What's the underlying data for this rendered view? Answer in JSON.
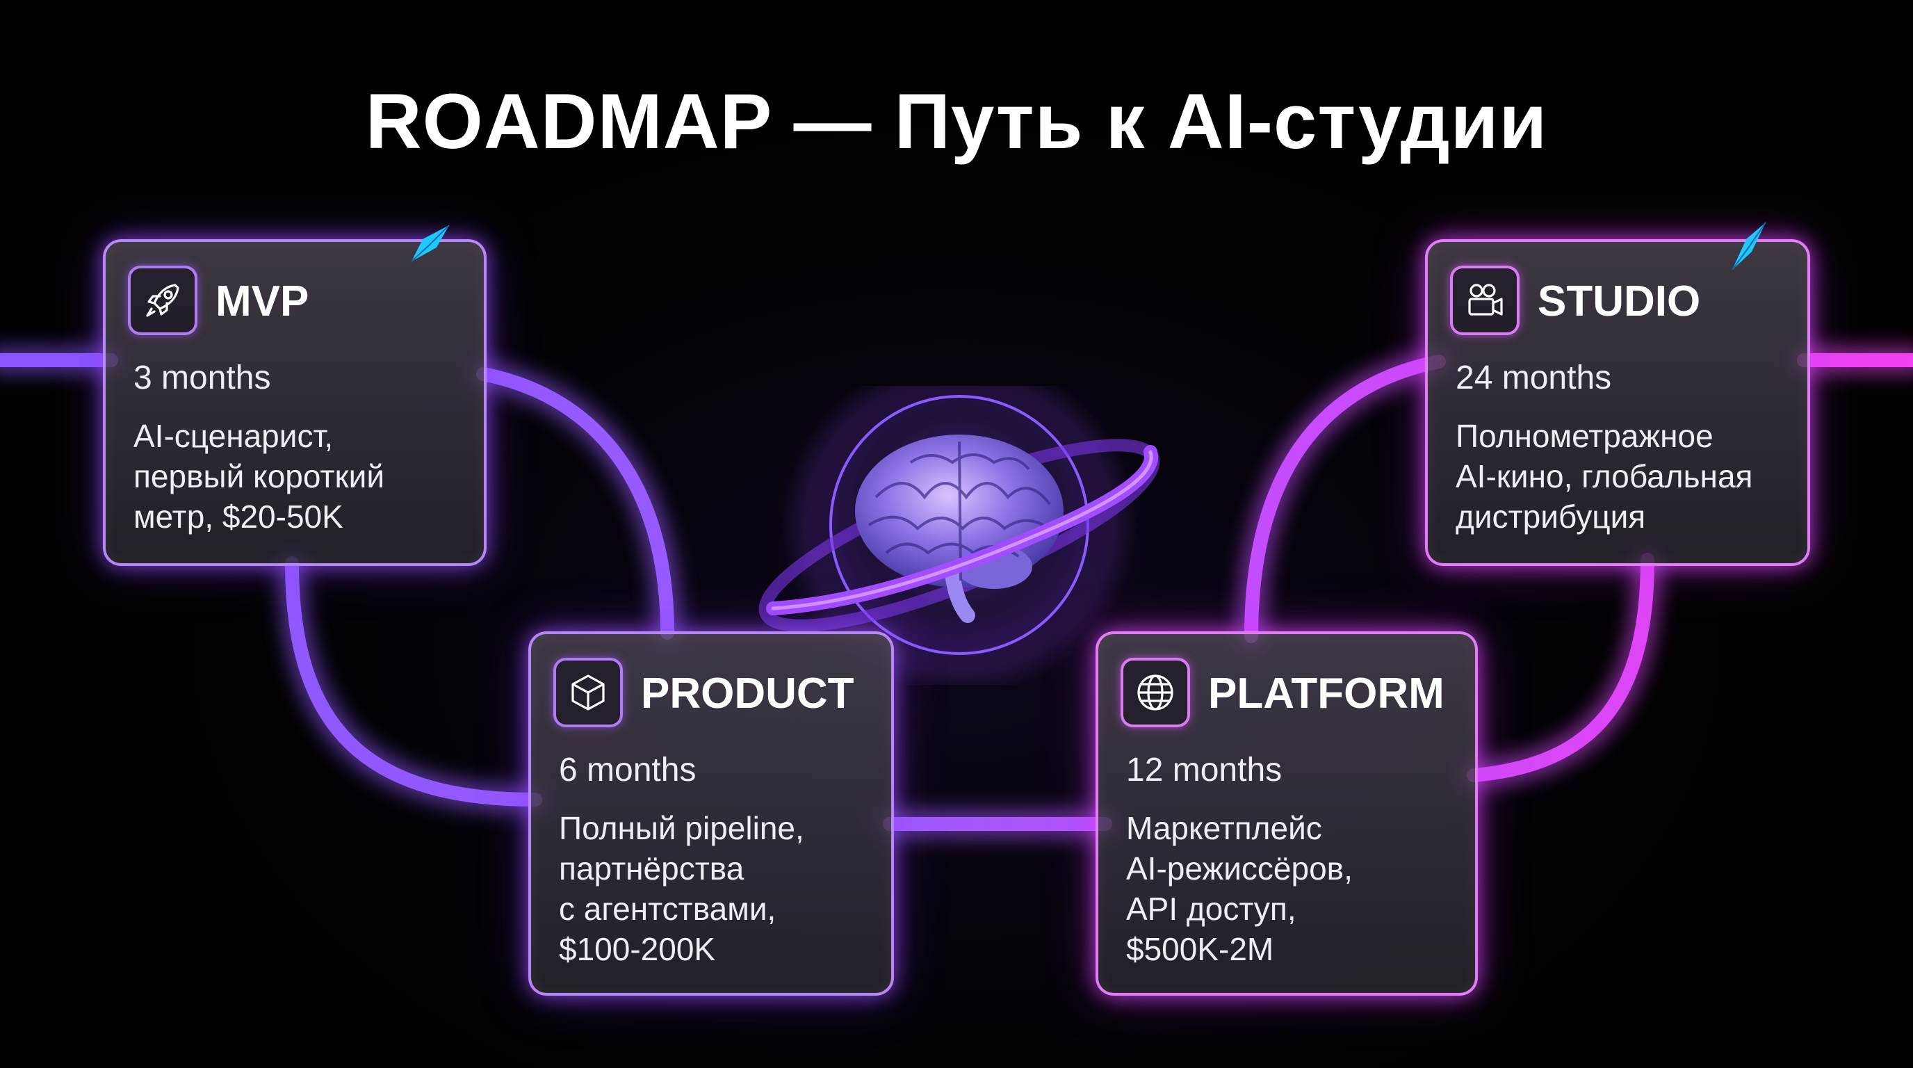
{
  "title": "ROADMAP — Путь к AI-студии",
  "colors": {
    "purple_line": "#9b5cff",
    "magenta_line": "#e24dff",
    "card_border_purple": "#be8cff",
    "card_border_pink": "#eb82ff",
    "sparkle": "#1fc8ff",
    "background": "#000000"
  },
  "center_graphic": {
    "icon": "brain-in-glass-orb-with-ring-icon"
  },
  "stages": [
    {
      "id": "mvp",
      "icon": "rocket-icon",
      "title": "MVP",
      "duration": "3 months",
      "description": [
        "AI-сценарист,",
        "первый короткий",
        "метр, $20-50K"
      ]
    },
    {
      "id": "product",
      "icon": "cube-icon",
      "title": "PRODUCT",
      "duration": "6 months",
      "description": [
        "Полный pipeline,",
        "партнёрства",
        "с агентствами,",
        "$100-200K"
      ]
    },
    {
      "id": "platform",
      "icon": "globe-icon",
      "title": "PLATFORM",
      "duration": "12 months",
      "description": [
        "Маркетплейс",
        "AI-режиссёров,",
        "API доступ,",
        "$500K-2M"
      ]
    },
    {
      "id": "studio",
      "icon": "film-camera-icon",
      "title": "STUDIO",
      "duration": "24 months",
      "description": [
        "Полнометражное",
        "AI-кино, глобальная",
        "дистрибуция"
      ]
    }
  ]
}
